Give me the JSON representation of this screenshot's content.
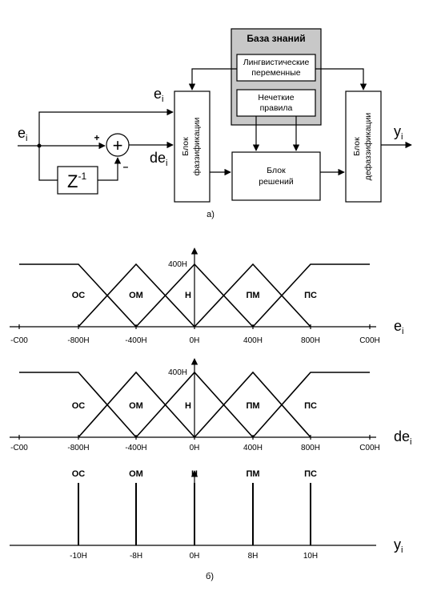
{
  "block_diagram": {
    "input_signal": "e",
    "input_sub": "i",
    "upper_branch": "e",
    "upper_branch_sub": "i",
    "delta_signal": "de",
    "delta_sub": "i",
    "plus_sign": "+",
    "minus_sign": "–",
    "sum_symbol": "+",
    "delay_base": "Z",
    "delay_exp": "-1",
    "knowledge_base_title": "База знаний",
    "linguistic_line1": "Лингвистические",
    "linguistic_line2": "переменные",
    "fuzzy_rules_line1": "Нечеткие",
    "fuzzy_rules_line2": "правила",
    "fuzzification_line1": "Блок",
    "fuzzification_line2": "фаззификации",
    "decision_line1": "Блок",
    "decision_line2": "решений",
    "defuzzification_line1": "Блок",
    "defuzzification_line2": "дефаззификации",
    "output_signal": "y",
    "output_sub": "i",
    "caption": "а)"
  },
  "chart_data": [
    {
      "type": "membership-functions",
      "variable": "e",
      "variable_sub": "i",
      "x_ticks": [
        {
          "label": "-C00",
          "value": -1200
        },
        {
          "label": "-800Н",
          "value": -800
        },
        {
          "label": "-400Н",
          "value": -400
        },
        {
          "label": "0Н",
          "value": 0
        },
        {
          "label": "400Н",
          "value": 400
        },
        {
          "label": "800Н",
          "value": 800
        },
        {
          "label": "C00Н",
          "value": 1200
        }
      ],
      "xlim": [
        -1200,
        1200
      ],
      "y_peak_label": "400Н",
      "ylim": [
        0,
        1
      ],
      "sets": [
        {
          "name": "ОС",
          "points": [
            [
              -1200,
              1
            ],
            [
              -800,
              1
            ],
            [
              -400,
              0
            ]
          ]
        },
        {
          "name": "ОМ",
          "points": [
            [
              -800,
              0
            ],
            [
              -400,
              1
            ],
            [
              0,
              0
            ]
          ]
        },
        {
          "name": "Н",
          "points": [
            [
              -400,
              0
            ],
            [
              0,
              1
            ],
            [
              400,
              0
            ]
          ]
        },
        {
          "name": "ПМ",
          "points": [
            [
              0,
              0
            ],
            [
              400,
              1
            ],
            [
              800,
              0
            ]
          ]
        },
        {
          "name": "ПС",
          "points": [
            [
              400,
              0
            ],
            [
              800,
              1
            ],
            [
              1200,
              1
            ]
          ]
        }
      ]
    },
    {
      "type": "membership-functions",
      "variable": "de",
      "variable_sub": "i",
      "x_ticks": [
        {
          "label": "-C00",
          "value": -1200
        },
        {
          "label": "-800Н",
          "value": -800
        },
        {
          "label": "-400Н",
          "value": -400
        },
        {
          "label": "0Н",
          "value": 0
        },
        {
          "label": "400Н",
          "value": 400
        },
        {
          "label": "800Н",
          "value": 800
        },
        {
          "label": "C00Н",
          "value": 1200
        }
      ],
      "xlim": [
        -1200,
        1200
      ],
      "y_peak_label": "400Н",
      "ylim": [
        0,
        1
      ],
      "sets": [
        {
          "name": "ОС",
          "points": [
            [
              -1200,
              1
            ],
            [
              -800,
              1
            ],
            [
              -400,
              0
            ]
          ]
        },
        {
          "name": "ОМ",
          "points": [
            [
              -800,
              0
            ],
            [
              -400,
              1
            ],
            [
              0,
              0
            ]
          ]
        },
        {
          "name": "Н",
          "points": [
            [
              -400,
              0
            ],
            [
              0,
              1
            ],
            [
              400,
              0
            ]
          ]
        },
        {
          "name": "ПМ",
          "points": [
            [
              0,
              0
            ],
            [
              400,
              1
            ],
            [
              800,
              0
            ]
          ]
        },
        {
          "name": "ПС",
          "points": [
            [
              400,
              0
            ],
            [
              800,
              1
            ],
            [
              1200,
              1
            ]
          ]
        }
      ]
    },
    {
      "type": "singletons",
      "variable": "y",
      "variable_sub": "i",
      "x_ticks": [
        {
          "label": "-10Н",
          "value": -10
        },
        {
          "label": "-8Н",
          "value": -8
        },
        {
          "label": "0Н",
          "value": 0
        },
        {
          "label": "8Н",
          "value": 8
        },
        {
          "label": "10Н",
          "value": 10
        }
      ],
      "ylim": [
        0,
        1
      ],
      "singletons": [
        {
          "name": "ОС",
          "x": -10,
          "height": 1
        },
        {
          "name": "ОМ",
          "x": -8,
          "height": 1
        },
        {
          "name": "Н",
          "x": 0,
          "height": 1
        },
        {
          "name": "ПМ",
          "x": 8,
          "height": 1
        },
        {
          "name": "ПС",
          "x": 10,
          "height": 1
        }
      ]
    }
  ],
  "caption_b": "б)"
}
